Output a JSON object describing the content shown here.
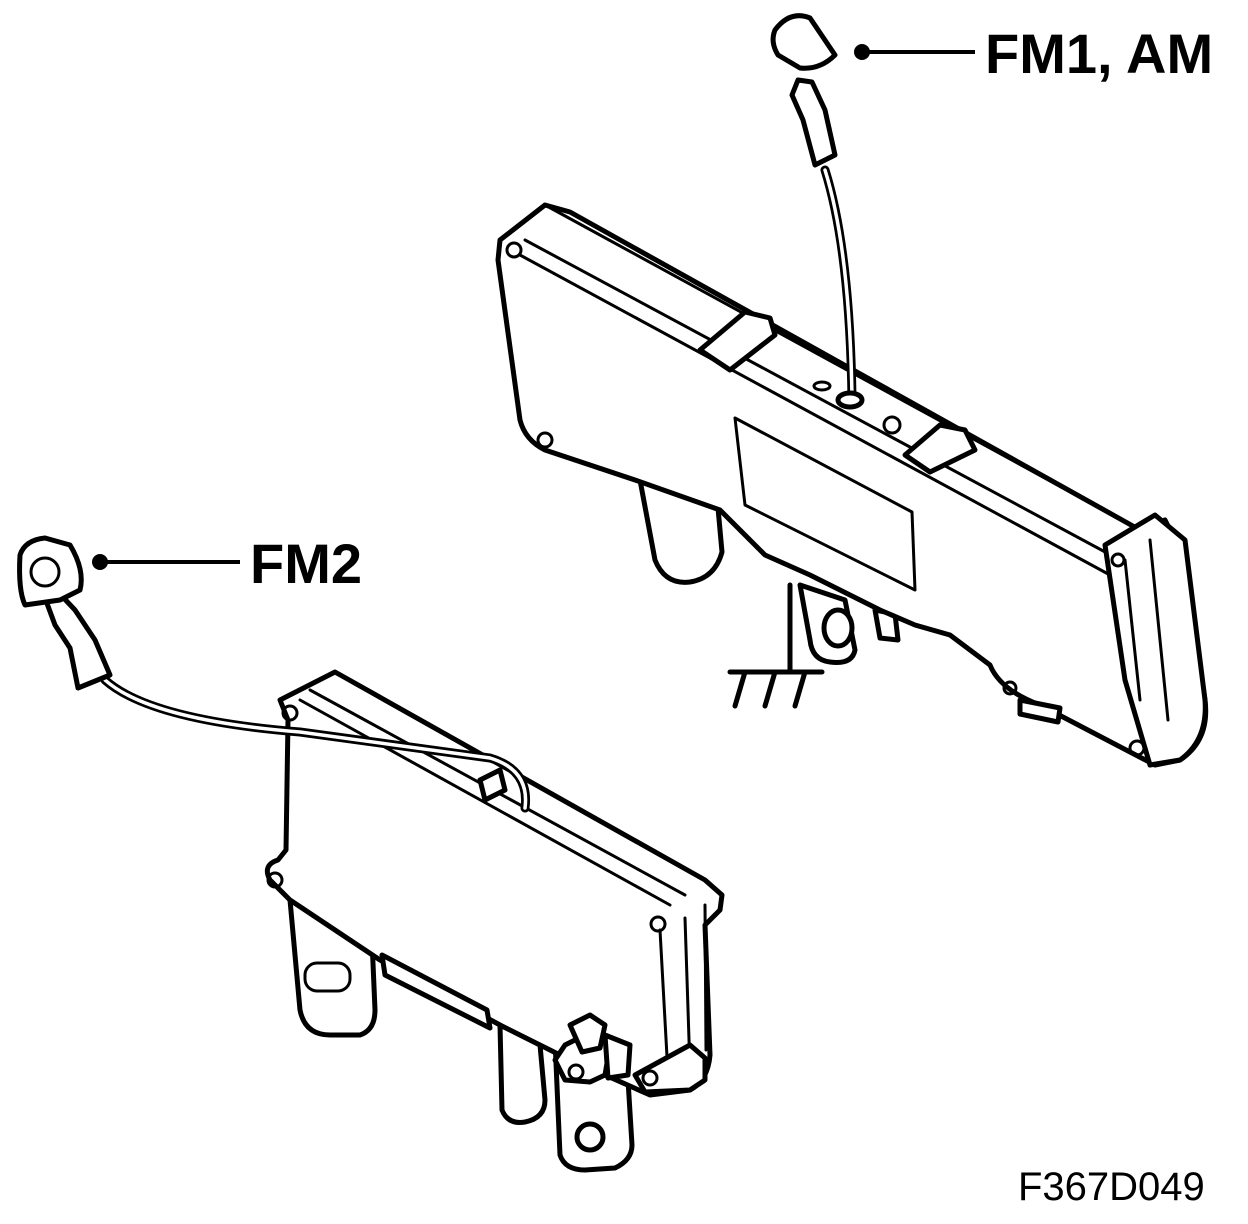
{
  "labels": {
    "fm1_am": "FM1, AM",
    "fm2": "FM2"
  },
  "figure_code": "F367D049",
  "colors": {
    "line": "#000000",
    "background": "#ffffff"
  }
}
